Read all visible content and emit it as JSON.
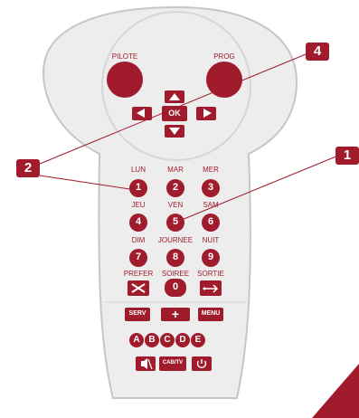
{
  "remote": {
    "pilote_label": "PILOTE",
    "prog_label": "PROG",
    "ok_label": "OK",
    "serv_label": "SERV",
    "plus_label": "+",
    "menu_label": "MENU",
    "cabtv_label": "CAB/TV",
    "letters": [
      "A",
      "B",
      "C",
      "D",
      "E"
    ],
    "keypad": [
      {
        "label": "LUN",
        "digit": "1"
      },
      {
        "label": "MAR",
        "digit": "2"
      },
      {
        "label": "MER",
        "digit": "3"
      },
      {
        "label": "JEU",
        "digit": "4"
      },
      {
        "label": "VEN",
        "digit": "5"
      },
      {
        "label": "SAM",
        "digit": "6"
      },
      {
        "label": "DIM",
        "digit": "7"
      },
      {
        "label": "JOURNEE",
        "digit": "8"
      },
      {
        "label": "NUIT",
        "digit": "9"
      },
      {
        "label": "PREFER",
        "digit": ""
      },
      {
        "label": "SOIREE",
        "digit": "0"
      },
      {
        "label": "SORTIE",
        "digit": ""
      }
    ]
  },
  "callouts": [
    "4",
    "2",
    "1"
  ],
  "colors": {
    "accent": "#a01c2c",
    "body": "#ededed",
    "outline": "#c8c8c8"
  }
}
